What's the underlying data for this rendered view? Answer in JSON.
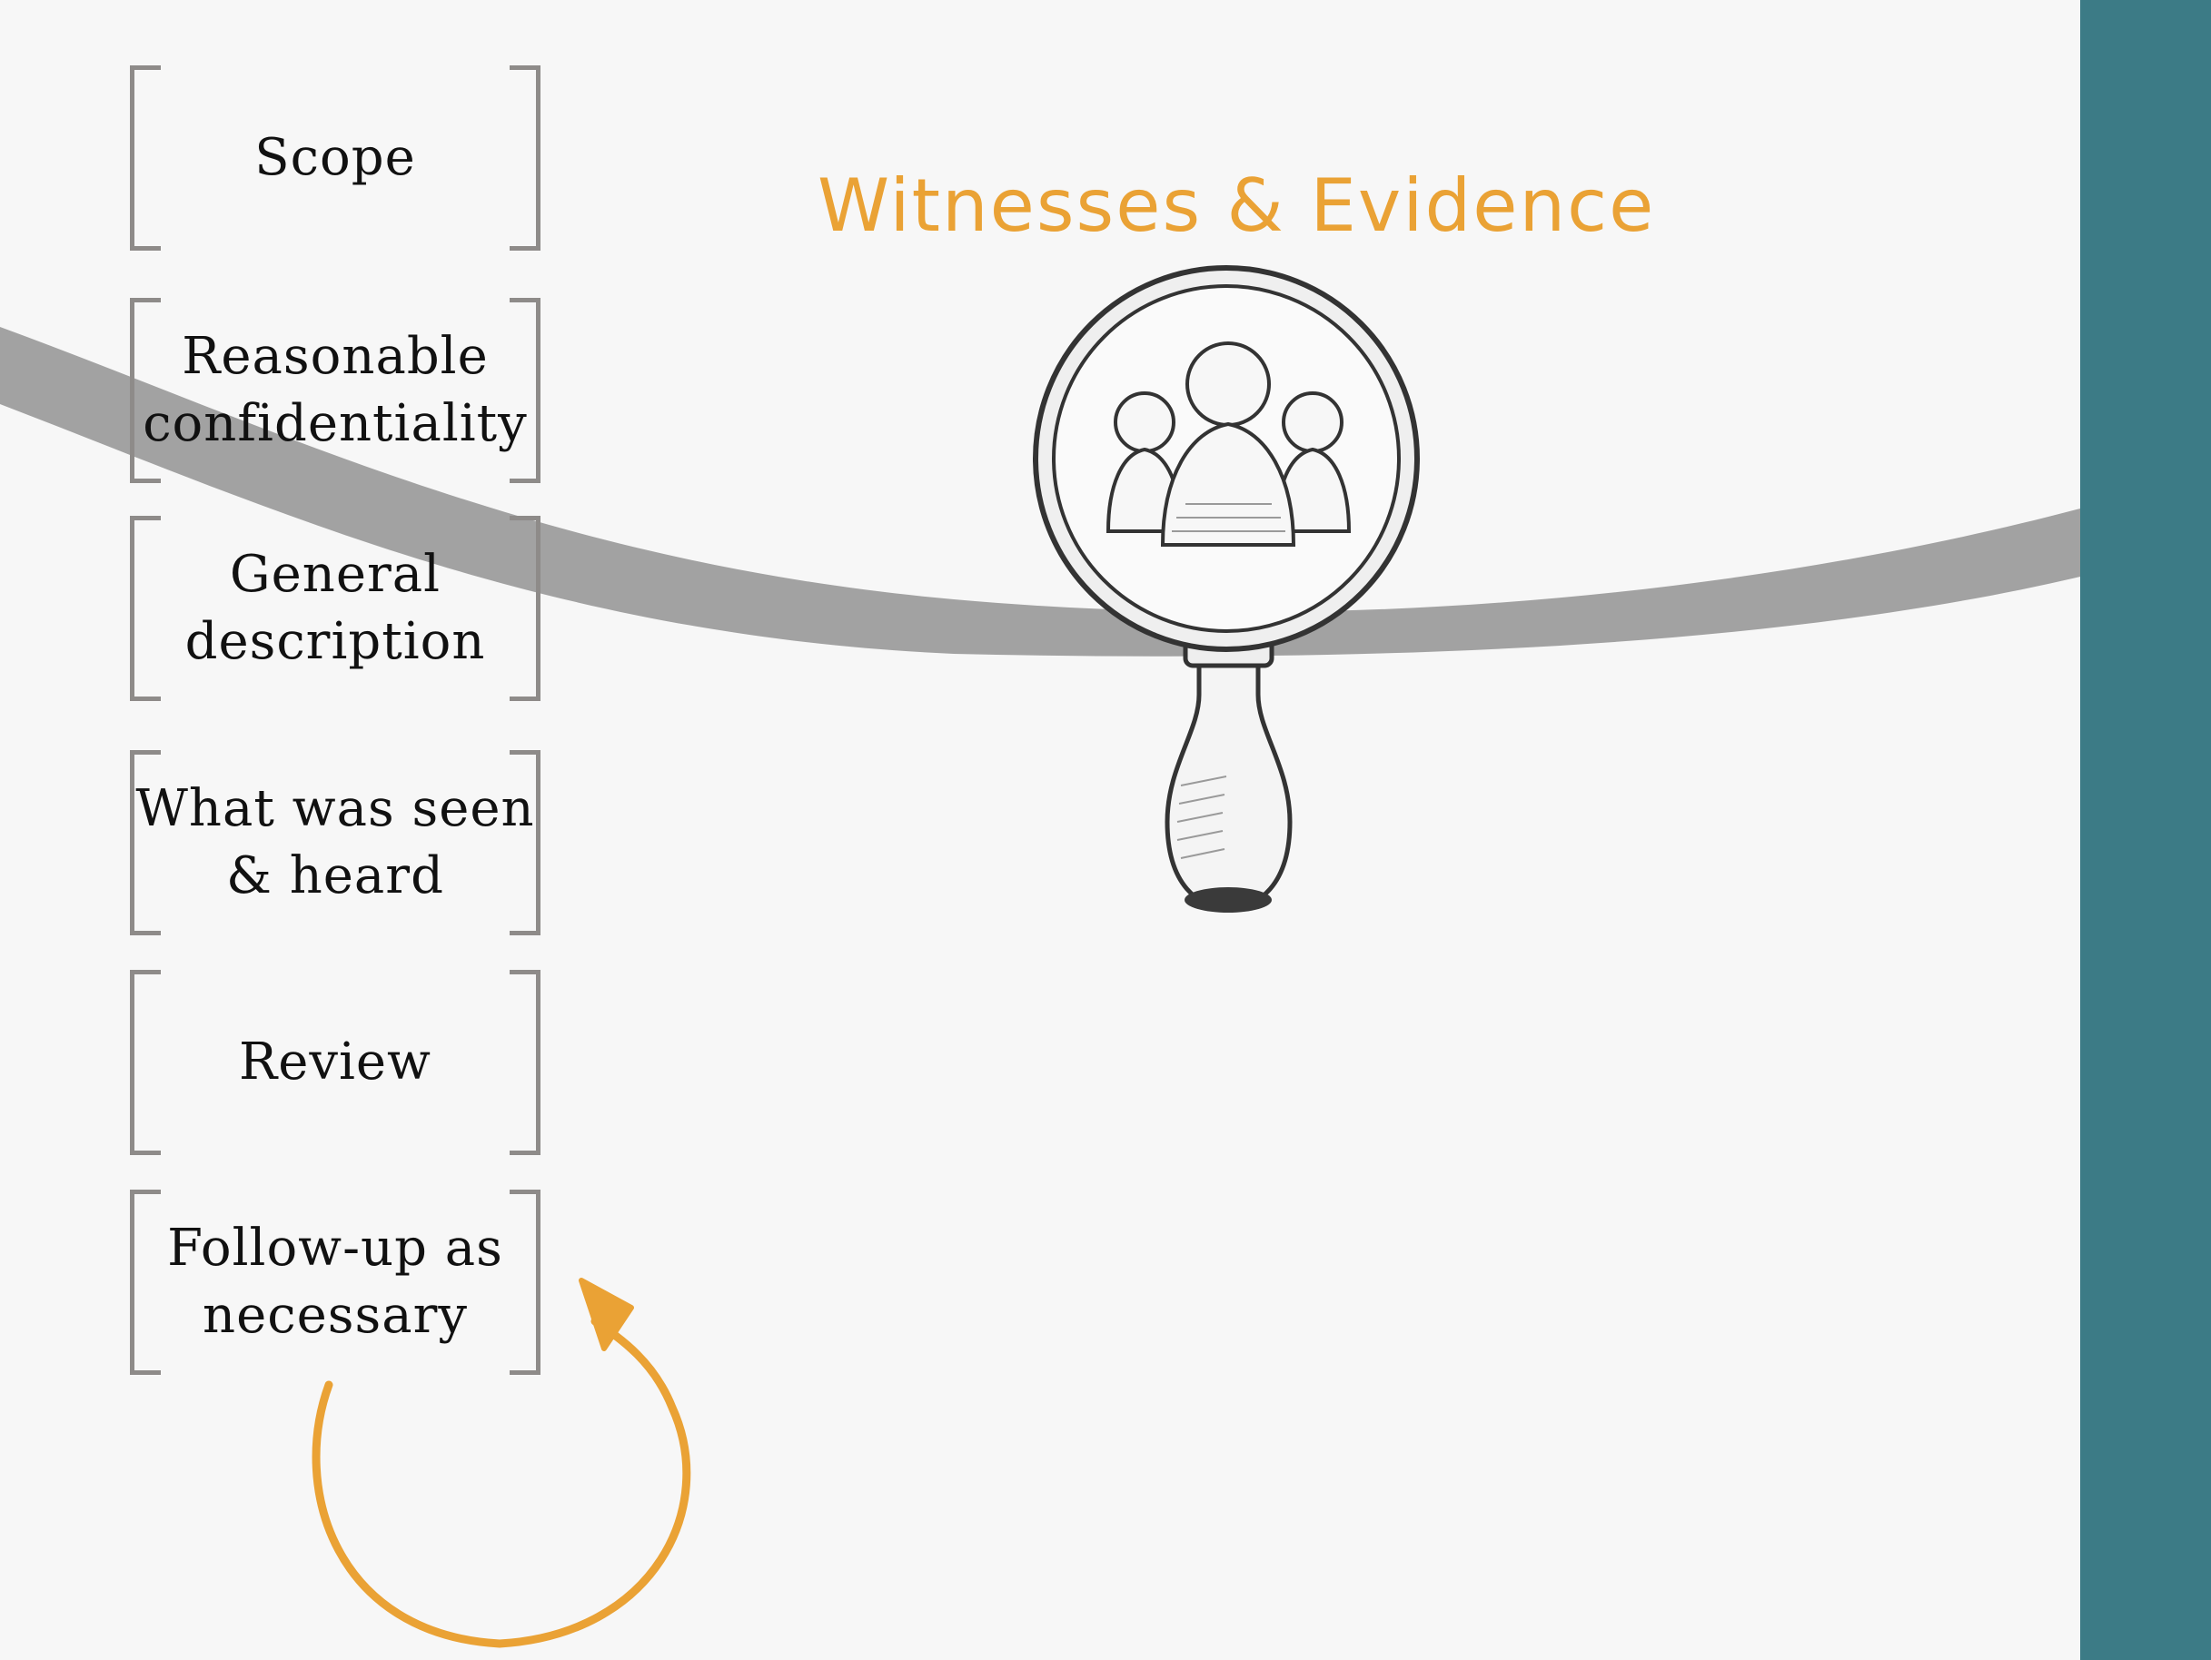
{
  "title": "Witnesses & Evidence",
  "steps": [
    {
      "label": "Scope"
    },
    {
      "label": "Reasonable\nconfidentiality"
    },
    {
      "label": "General\ndescription"
    },
    {
      "label": "What was seen\n& heard"
    },
    {
      "label": "Review"
    },
    {
      "label": "Follow-up as\nnecessary"
    }
  ],
  "colors": {
    "accent": "#eaa235",
    "band": "#a2a2a2",
    "teal": "#3c7b86",
    "bracket": "#8e8b89",
    "background": "#f7f7f7"
  },
  "icons": [
    "magnifier-people-icon",
    "cycle-arrow-icon"
  ]
}
